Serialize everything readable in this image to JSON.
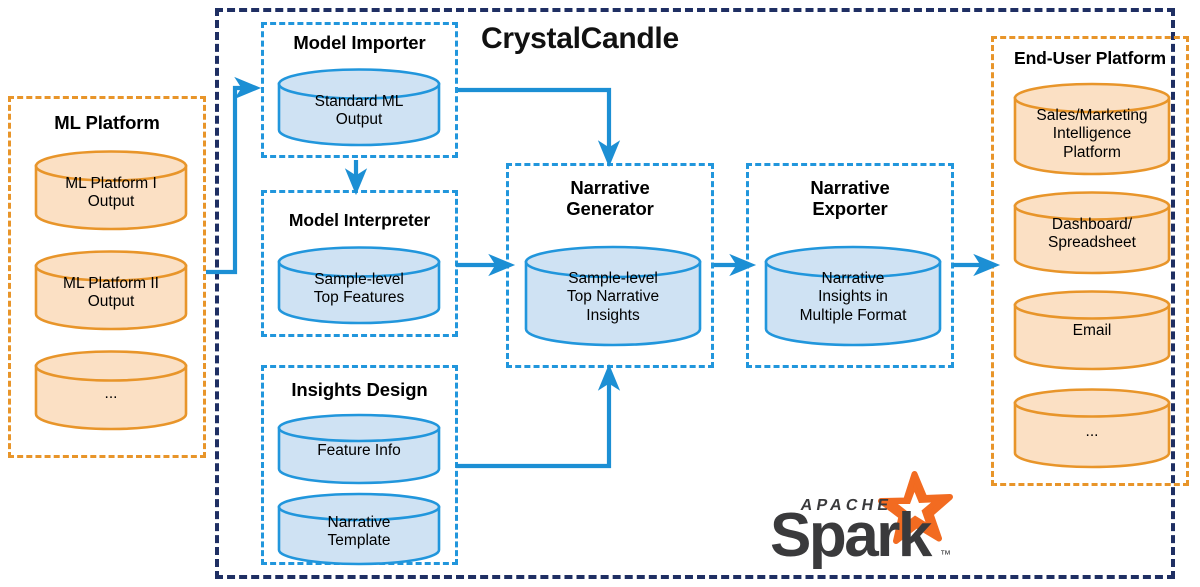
{
  "diagram": {
    "product_title": "CrystalCandle",
    "logo": {
      "apache_word": "APACHE",
      "spark_word": "Spark",
      "trademark": "™",
      "star_color": "#F26B21",
      "text_color": "#3A3A3C"
    },
    "colors": {
      "orange_border": "#E8952A",
      "orange_fill": "#FBE0C4",
      "blue_border": "#2196DC",
      "blue_fill": "#CFE2F3",
      "navy_border": "#1F2F63",
      "arrow": "#1C8FD4",
      "text": "#000000"
    }
  },
  "groups": {
    "ml_platform": {
      "title": "ML Platform",
      "cylinders": [
        {
          "label": "ML Platform I\nOutput"
        },
        {
          "label": "ML Platform II\nOutput"
        },
        {
          "label": "..."
        }
      ]
    },
    "model_importer": {
      "title": "Model Importer",
      "cylinders": [
        {
          "label": "Standard ML\nOutput"
        }
      ]
    },
    "model_interpreter": {
      "title": "Model Interpreter",
      "cylinders": [
        {
          "label": "Sample-level\nTop Features"
        }
      ]
    },
    "insights_design": {
      "title": "Insights Design",
      "cylinders": [
        {
          "label": "Feature Info"
        },
        {
          "label": "Narrative\nTemplate"
        }
      ]
    },
    "narrative_generator": {
      "title": "Narrative\nGenerator",
      "cylinders": [
        {
          "label": "Sample-level\nTop Narrative\nInsights"
        }
      ]
    },
    "narrative_exporter": {
      "title": "Narrative\nExporter",
      "cylinders": [
        {
          "label": "Narrative\nInsights in\nMultiple Format"
        }
      ]
    },
    "end_user_platform": {
      "title": "End-User Platform",
      "cylinders": [
        {
          "label": "Sales/Marketing\nIntelligence\nPlatform"
        },
        {
          "label": "Dashboard/\nSpreadsheet"
        },
        {
          "label": "Email"
        },
        {
          "label": "..."
        }
      ]
    }
  },
  "connections": [
    {
      "from": "ml_platform",
      "to": "model_importer"
    },
    {
      "from": "model_importer",
      "to": "model_interpreter"
    },
    {
      "from": "model_importer",
      "to": "narrative_generator"
    },
    {
      "from": "model_interpreter",
      "to": "narrative_generator"
    },
    {
      "from": "insights_design",
      "to": "narrative_generator"
    },
    {
      "from": "narrative_generator",
      "to": "narrative_exporter"
    },
    {
      "from": "narrative_exporter",
      "to": "end_user_platform"
    }
  ]
}
